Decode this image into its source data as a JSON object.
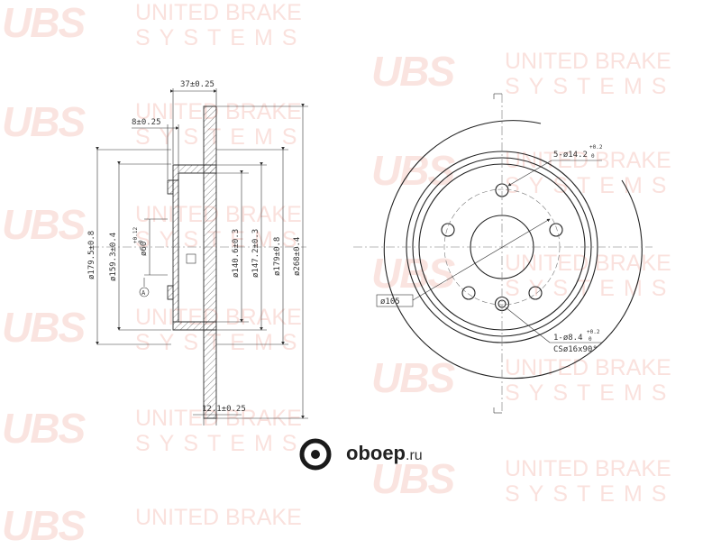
{
  "watermark": {
    "logo": "UBS",
    "line1": "UNITED BRAKE",
    "line2": "SYSTEMS"
  },
  "site_logo": {
    "name": "oboep",
    "tld": ".ru"
  },
  "dimensions": {
    "hub_width": "37±0.25",
    "flange_width": "8±0.25",
    "disc_thickness": "12.1±0.25",
    "d_179_5": "ø179.5±0.8",
    "d_159_3": "ø159.3±0.4",
    "d_60": "ø60",
    "d_60_tol": "+0.12",
    "d_60_tol2": "0",
    "d_140_6": "ø140.6±0.3",
    "d_147_2": "ø147.2±0.3",
    "d_179": "ø179±0.8",
    "d_268": "ø268±0.4",
    "datum": "A",
    "holes": "5-ø14.2",
    "holes_tol": "+0.2",
    "holes_tol2": "0",
    "pcd": "ø105",
    "pin_hole": "1-ø8.4",
    "pin_tol": "+0.2",
    "pin_tol2": "0",
    "countersink": "CSø16x90°"
  }
}
